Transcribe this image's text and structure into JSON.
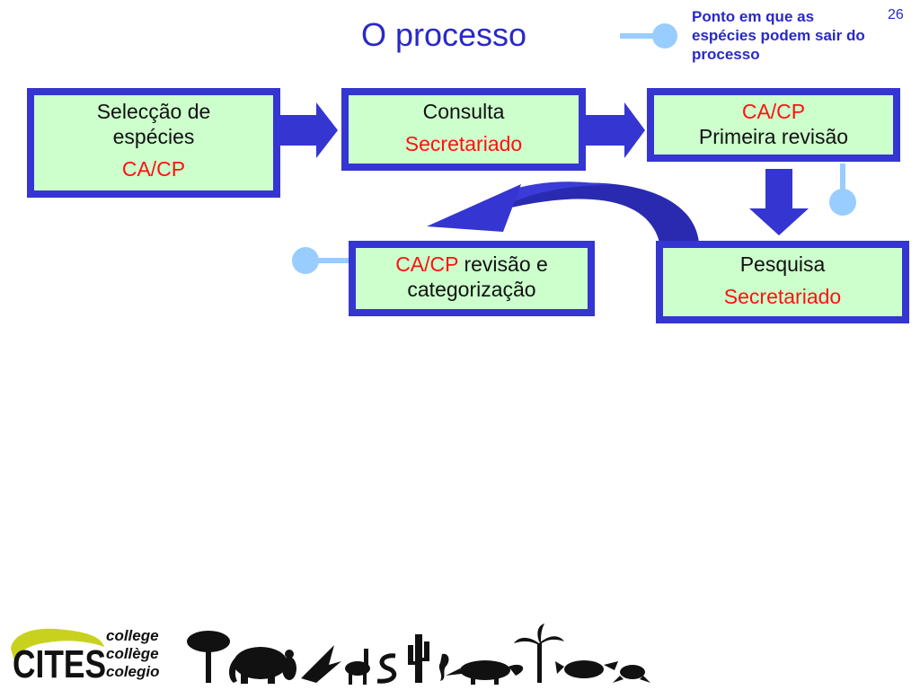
{
  "slide": {
    "title": "O processo",
    "number": "26"
  },
  "legend": {
    "text": "Ponto em que as espécies podem sair do processo"
  },
  "boxes": {
    "selection": {
      "line1": "Selecção de",
      "line2": "espécies",
      "actor": "CA/CP"
    },
    "consultation": {
      "line1": "Consulta",
      "actor": "Secretariado"
    },
    "first_review": {
      "actor": "CA/CP",
      "line1": "Primeira revisão"
    },
    "research": {
      "line1": "Pesquisa",
      "actor": "Secretariado"
    },
    "review_categorization": {
      "actor": "CA/CP",
      "line1": " revisão e",
      "line2": "categorização"
    }
  },
  "footer": {
    "words": [
      "college",
      "collège",
      "colegio"
    ],
    "logo_text": "CITES"
  },
  "colors": {
    "box_border": "#3535d2",
    "box_fill": "#ccffcc",
    "actor_text": "#ff1111",
    "exit_marker": "#99ccff",
    "title": "#2929c8"
  }
}
